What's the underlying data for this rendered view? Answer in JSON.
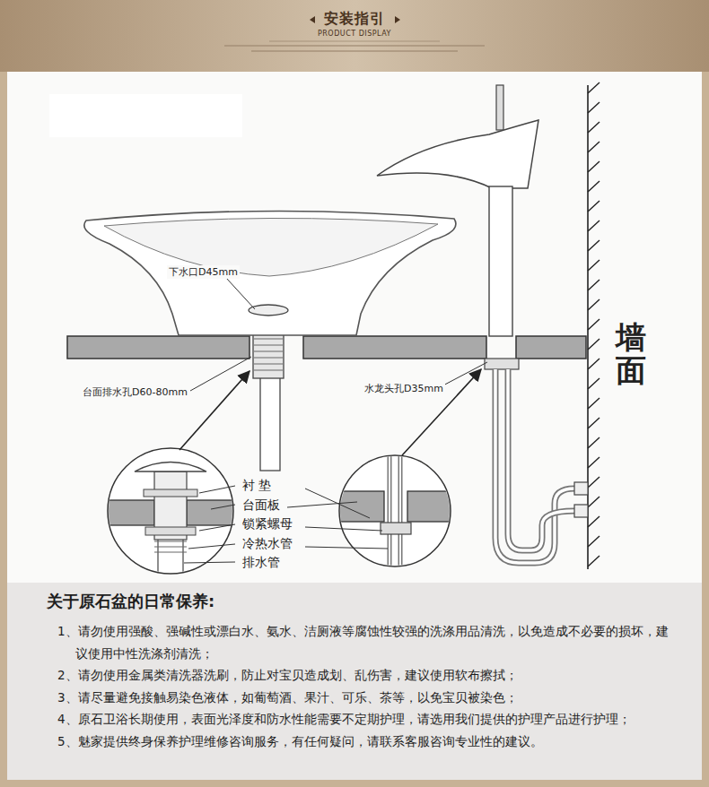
{
  "diagram": {
    "title": "安装指引",
    "nodes": [
      {
        "text": [
          "关于原石盆的日常保养:",
          "1、请勿使用强酸、强碱性或漂白水、氨水、洁厕液等腐蚀性较强的洗涤用品清洗，以免造成不必要的损坏，建 议使用中性洗涤剂清洗；",
          "2、请勿使用金属类清洗器洗刷，防止对宝贝造成划、乱伤害，建议使用软布擦拭；",
          "3、请尽量避免接触易染色液体，如葡萄酒、果汁、可乐、茶等，以免宝贝被染色；",
          "4、原石卫浴长期使用，表面光泽度和防水性能需要不定期护理，请选用我们提供的护理产品进行护理；",
          "5、魅家提供终身保养护理维修咨询服务，有任何疑问，请联系客服咨询专业性的建议。"
        ]
      }
    ],
    "labels": [
      "PRODUCT DISPLAY",
      "下水口D45mm",
      "台面排水孔D60-80mm",
      "水龙头孔D35mm",
      "墙面",
      "衬 垫",
      "台面板",
      "锁紧螺母",
      "冷热水管",
      "排水管"
    ]
  }
}
